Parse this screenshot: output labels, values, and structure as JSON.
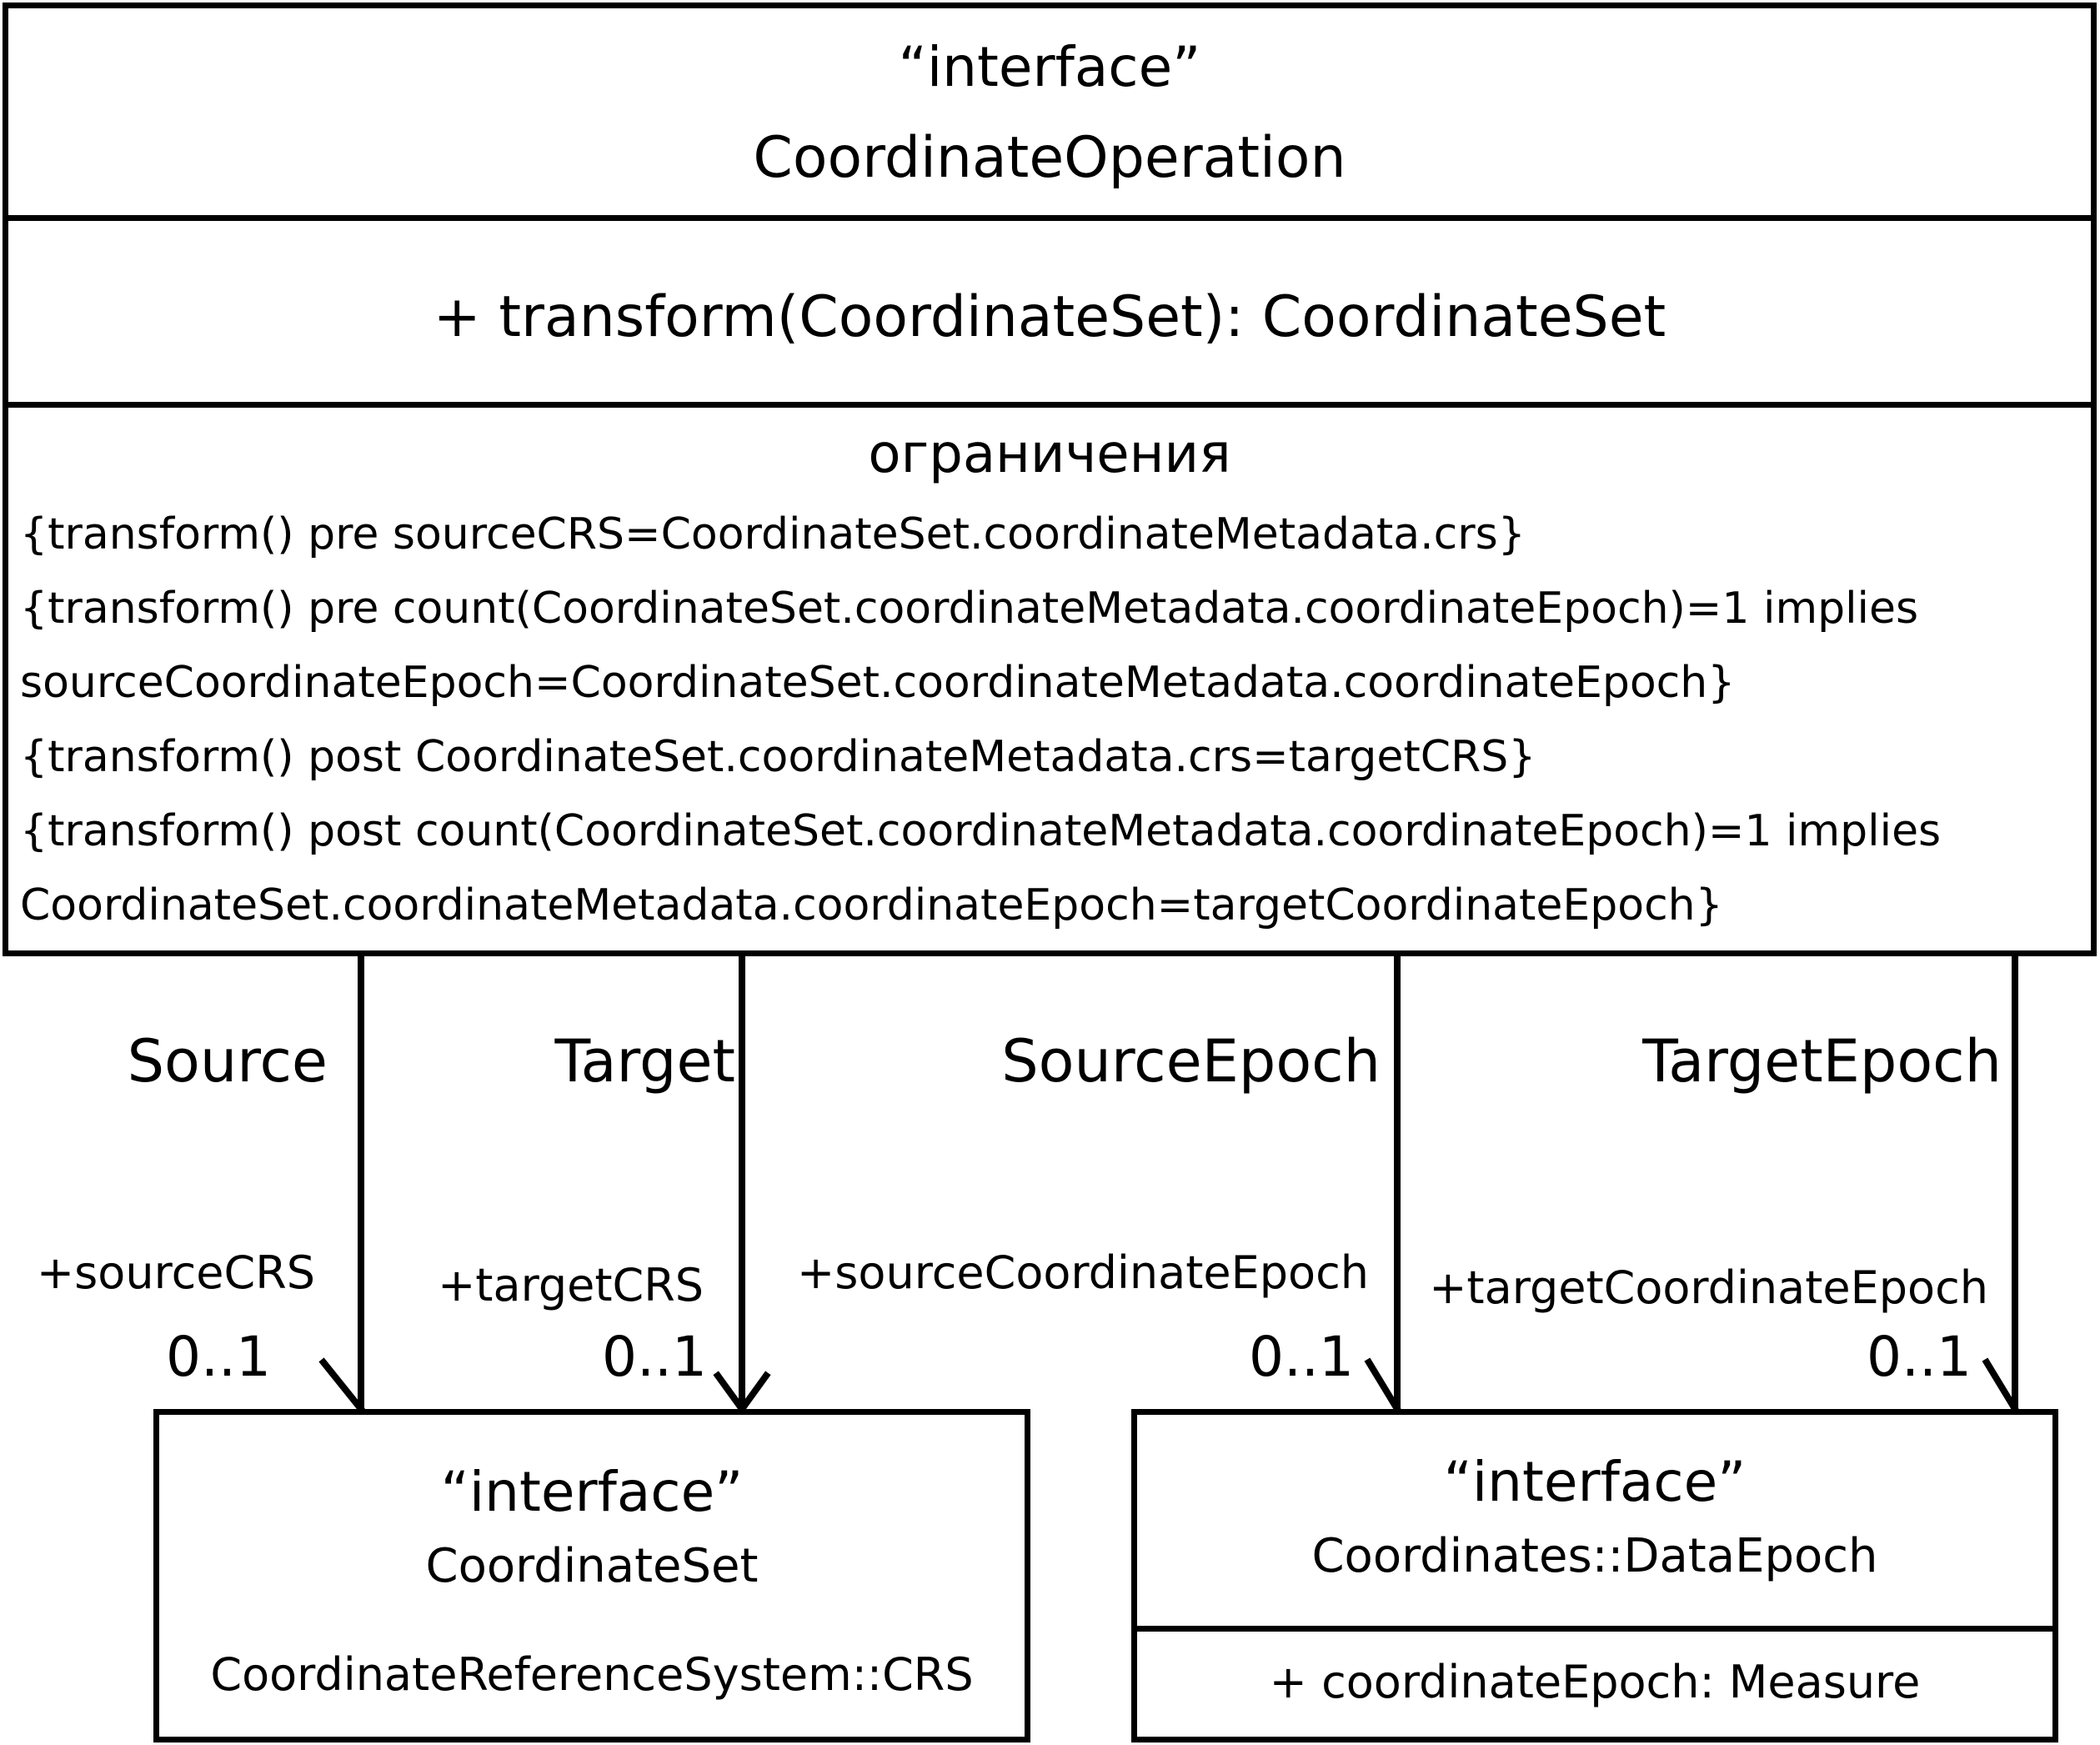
{
  "operation": {
    "stereotype": "“interface”",
    "name": "CoordinateOperation",
    "operation": "+ transform(CoordinateSet): CoordinateSet",
    "constraints_title": "ограничения",
    "constraints": [
      "{transform() pre sourceCRS=CoordinateSet.coordinateMetadata.crs}",
      "{transform() pre count(CoordinateSet.coordinateMetadata.coordinateEpoch)=1 implies",
      "sourceCoordinateEpoch=CoordinateSet.coordinateMetadata.coordinateEpoch}",
      "{transform() post CoordinateSet.coordinateMetadata.crs=targetCRS}",
      "{transform() post count(CoordinateSet.coordinateMetadata.coordinateEpoch)=1 implies",
      "CoordinateSet.coordinateMetadata.coordinateEpoch=targetCoordinateEpoch}"
    ]
  },
  "coordinate_set": {
    "stereotype": "“interface”",
    "name": "CoordinateSet",
    "attribute": "CoordinateReferenceSystem::CRS"
  },
  "data_epoch": {
    "stereotype": "“interface”",
    "name": "Coordinates::DataEpoch",
    "attribute": "+ coordinateEpoch: Measure"
  },
  "associations": [
    {
      "name": "Source",
      "role": "+sourceCRS",
      "multiplicity": "0..1"
    },
    {
      "name": "Target",
      "role": "+targetCRS",
      "multiplicity": "0..1"
    },
    {
      "name": "SourceEpoch",
      "role": "+sourceCoordinateEpoch",
      "multiplicity": "0..1"
    },
    {
      "name": "TargetEpoch",
      "role": "+targetCoordinateEpoch",
      "multiplicity": "0..1"
    }
  ]
}
